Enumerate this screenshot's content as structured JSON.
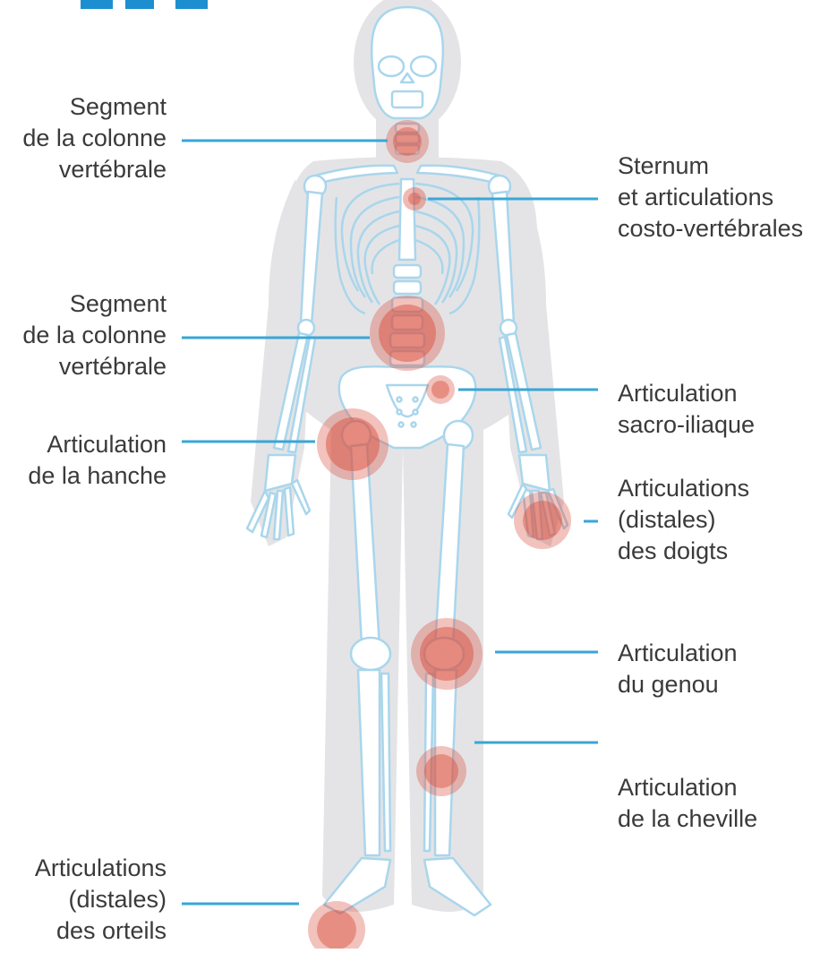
{
  "labels": {
    "spine_neck": [
      "Segment",
      "de la colonne",
      "vertébrale"
    ],
    "spine_lumbar": [
      "Segment",
      "de la colonne",
      "vertébrale"
    ],
    "hip": [
      "Articulation",
      "de la hanche"
    ],
    "toes": [
      "Articulations",
      "(distales)",
      "des orteils"
    ],
    "sternum": [
      "Sternum",
      "et articulations",
      "costo-vertébrales"
    ],
    "sacroiliac": [
      "Articulation",
      "sacro-iliaque"
    ],
    "fingers": [
      "Articulations",
      "(distales)",
      "des doigts"
    ],
    "knee": [
      "Articulation",
      "du genou"
    ],
    "ankle": [
      "Articulation",
      "de la cheville"
    ]
  },
  "colors": {
    "leader_line": "#3aa6d6",
    "bone_outline": "#a9d6ec",
    "body_silhouette": "#e4e4e6",
    "inflammation": "#d9503f",
    "title_accent": "#1d8fd0",
    "label_text": "#3a3a3a"
  }
}
